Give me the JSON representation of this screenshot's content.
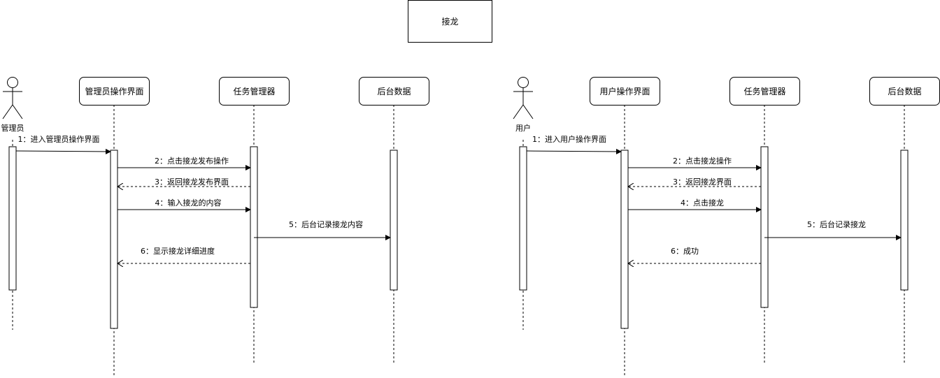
{
  "title": "接龙",
  "left_diagram": {
    "actor": "管理员",
    "participants": [
      "管理员操作界面",
      "任务管理器",
      "后台数据"
    ],
    "messages": [
      {
        "text": "1：进入管理员操作界面",
        "type": "sync"
      },
      {
        "text": "2：点击接龙发布操作",
        "type": "sync"
      },
      {
        "text": "3：返回接龙发布界面",
        "type": "return"
      },
      {
        "text": "4：输入接龙的内容",
        "type": "sync"
      },
      {
        "text": "5：后台记录接龙内容",
        "type": "sync"
      },
      {
        "text": "6：显示接龙详细进度",
        "type": "return"
      }
    ]
  },
  "right_diagram": {
    "actor": "用户",
    "participants": [
      "用户操作界面",
      "任务管理器",
      "后台数据"
    ],
    "messages": [
      {
        "text": "1：进入用户操作界面",
        "type": "sync"
      },
      {
        "text": "2：点击接龙操作",
        "type": "sync"
      },
      {
        "text": "3：返回接龙界面",
        "type": "return"
      },
      {
        "text": "4：点击接龙",
        "type": "sync"
      },
      {
        "text": "5：后台记录接龙",
        "type": "sync"
      },
      {
        "text": "6：成功",
        "type": "return"
      }
    ]
  }
}
